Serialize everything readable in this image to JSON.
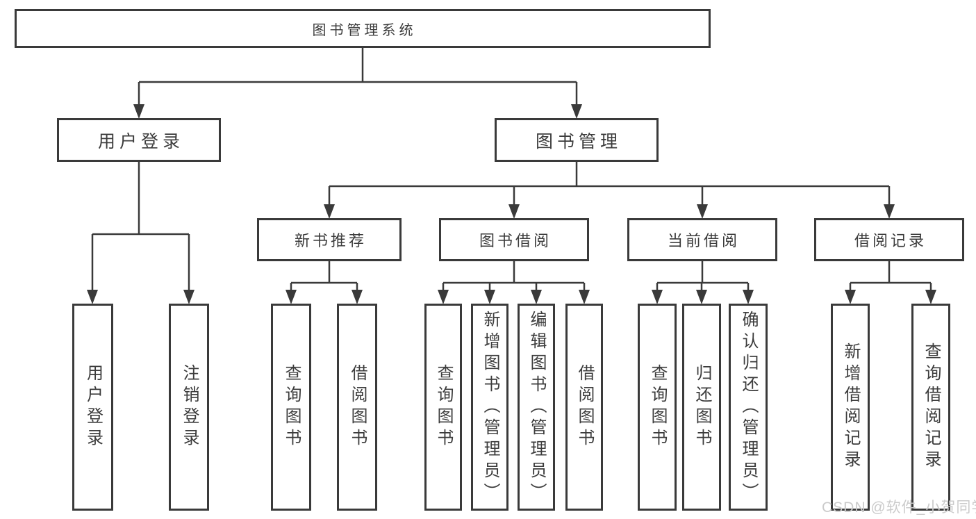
{
  "diagram": {
    "root": {
      "label": "图书管理系统"
    },
    "level1": [
      {
        "label": "用户登录",
        "children": [
          {
            "label": "用户登录"
          },
          {
            "label": "注销登录"
          }
        ]
      },
      {
        "label": "图书管理",
        "children": [
          {
            "label": "新书推荐",
            "children": [
              {
                "label": "查询图书"
              },
              {
                "label": "借阅图书"
              }
            ]
          },
          {
            "label": "图书借阅",
            "children": [
              {
                "label": "查询图书"
              },
              {
                "label": "新增图书（管理员）"
              },
              {
                "label": "编辑图书（管理员）"
              },
              {
                "label": "借阅图书"
              }
            ]
          },
          {
            "label": "当前借阅",
            "children": [
              {
                "label": "查询图书"
              },
              {
                "label": "归还图书"
              },
              {
                "label": "确认归还（管理员）"
              }
            ]
          },
          {
            "label": "借阅记录",
            "children": [
              {
                "label": "新增借阅记录"
              },
              {
                "label": "查询借阅记录"
              }
            ]
          }
        ]
      }
    ]
  },
  "watermark": {
    "text": "CSDN @软件_小贺同学"
  },
  "colors": {
    "line": "#3a3a3a",
    "box_border": "#3a3a3a",
    "text": "#3c3c3c",
    "box_background": "#ffffff",
    "page_background": "#ffffff",
    "watermark": "#cbcbcb"
  }
}
